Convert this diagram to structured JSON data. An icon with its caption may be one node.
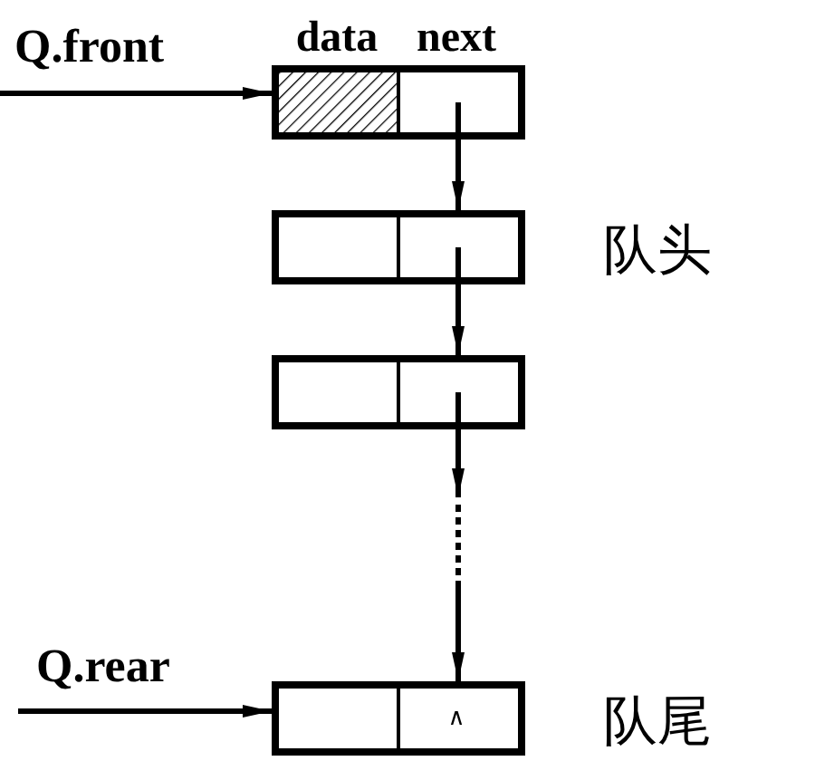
{
  "diagram": {
    "nodes": [
      {
        "text": [
          "data",
          "next"
        ]
      },
      {
        "text": [],
        "shape": "box",
        "beside": [
          "队头"
        ]
      },
      {
        "text": [],
        "shape": "box"
      },
      {
        "text": [
          "∧"
        ],
        "beside": [
          "队尾"
        ]
      }
    ],
    "edges": [
      {
        "from": null,
        "to": 0,
        "arrow": "to",
        "label": "Q.front"
      },
      {
        "from": 0,
        "to": 1,
        "arrow": "to"
      },
      {
        "from": 1,
        "to": 2,
        "arrow": "to"
      },
      {
        "from": 2,
        "to": 3,
        "arrow": "to",
        "style": "dashed"
      },
      {
        "from": null,
        "to": 3,
        "arrow": "to",
        "label": "Q.rear"
      }
    ]
  }
}
